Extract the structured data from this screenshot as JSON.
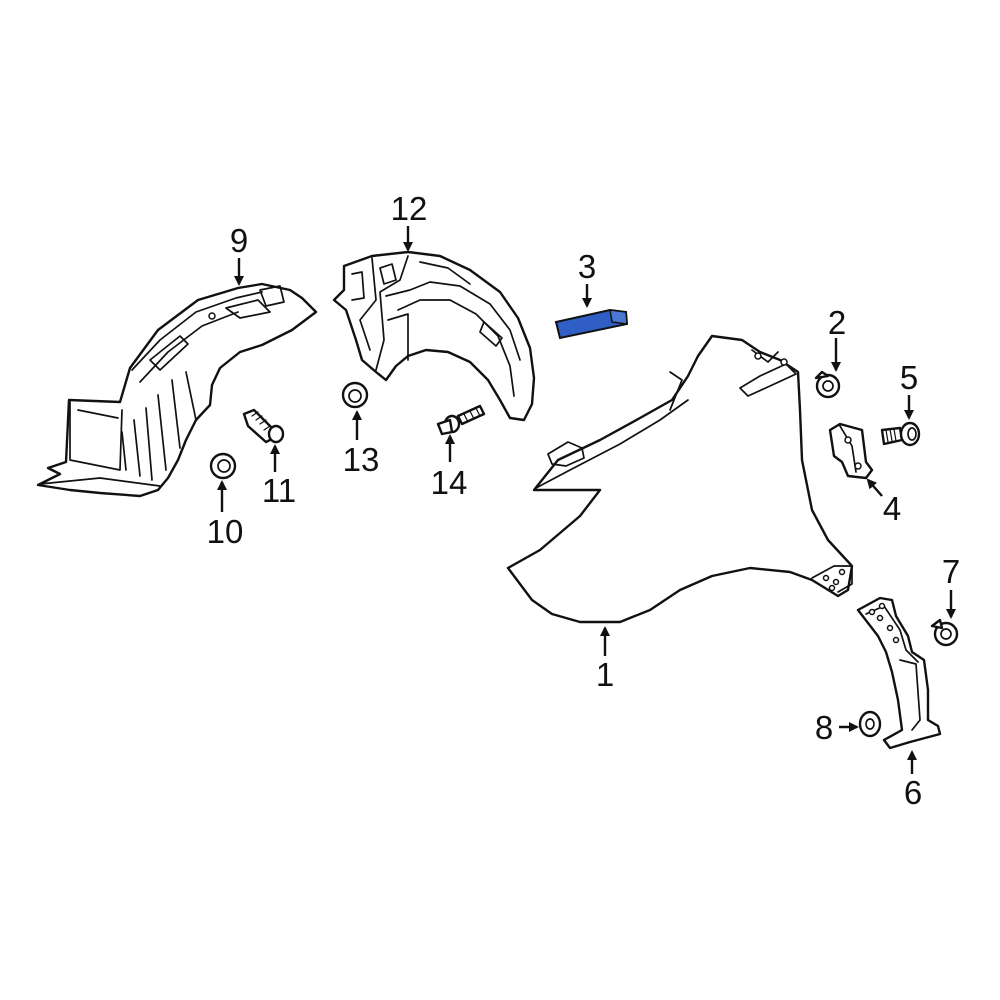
{
  "diagram": {
    "highlight_color": "#2f5fc4",
    "line_color": "#111111",
    "background": "#ffffff"
  },
  "callouts": {
    "c1": "1",
    "c2": "2",
    "c3": "3",
    "c4": "4",
    "c5": "5",
    "c6": "6",
    "c7": "7",
    "c8": "8",
    "c9": "9",
    "c10": "10",
    "c11": "11",
    "c12": "12",
    "c13": "13",
    "c14": "14"
  }
}
